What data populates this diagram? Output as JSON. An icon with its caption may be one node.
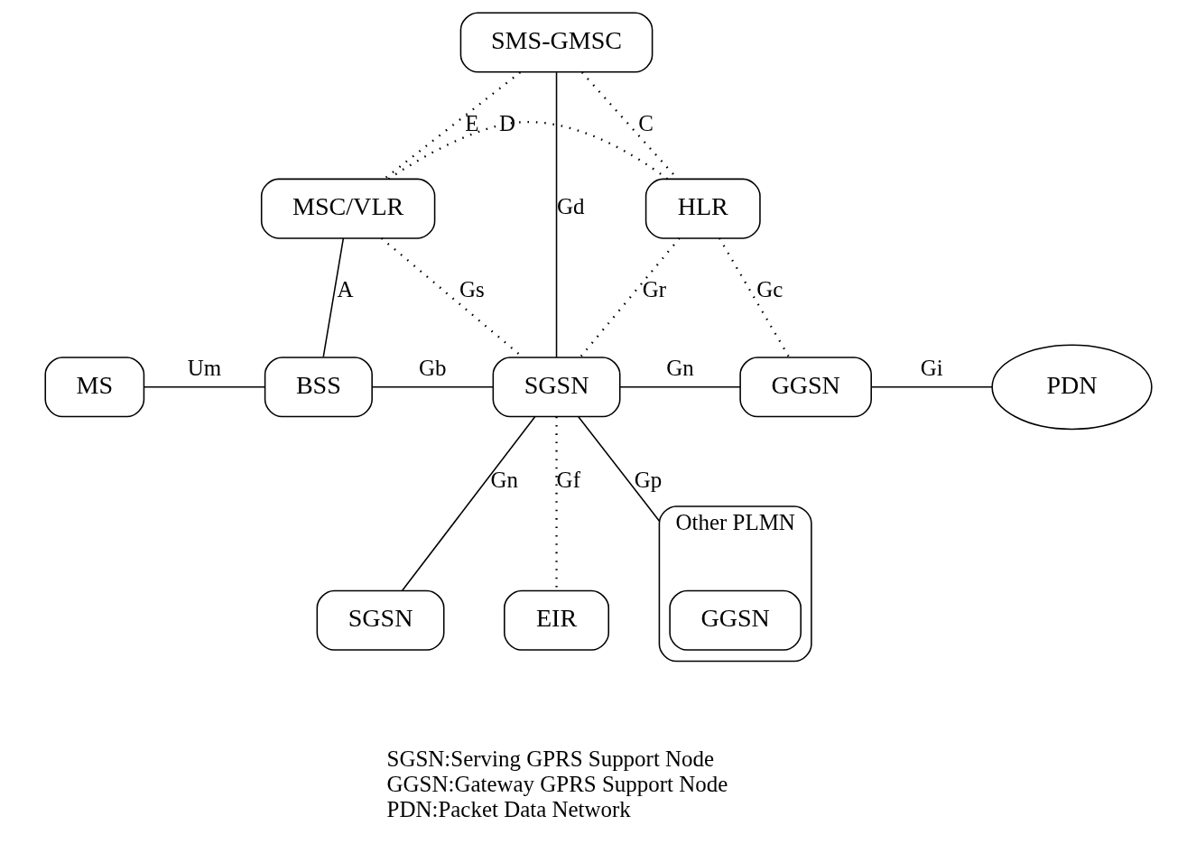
{
  "diagram": {
    "nodes": [
      {
        "text": [
          "SMS-GMSC"
        ]
      },
      {
        "text": [
          "MSC/VLR"
        ]
      },
      {
        "text": [
          "HLR"
        ]
      },
      {
        "text": [
          "MS"
        ]
      },
      {
        "text": [
          "BSS"
        ]
      },
      {
        "text": [
          "SGSN"
        ]
      },
      {
        "text": [
          "GGSN"
        ]
      },
      {
        "text": [
          "PDN"
        ]
      },
      {
        "text": [
          "SGSN"
        ]
      },
      {
        "text": [
          "EIR"
        ]
      },
      {
        "text": [
          "Other PLMN"
        ]
      },
      {
        "text": [
          "GGSN"
        ],
        "in": 10
      }
    ],
    "edges": [
      {
        "from": 0,
        "to": 1,
        "arrow": "none",
        "label": "E",
        "style": "dashed"
      },
      {
        "from": 0,
        "to": 2,
        "arrow": "none",
        "label": "C",
        "style": "dashed"
      },
      {
        "from": 0,
        "to": 5,
        "arrow": "none",
        "label": "Gd"
      },
      {
        "from": 1,
        "to": 2,
        "arrow": "none",
        "label": "D",
        "style": "dashed"
      },
      {
        "from": 1,
        "to": 4,
        "arrow": "none",
        "label": "A"
      },
      {
        "from": 1,
        "to": 5,
        "arrow": "none",
        "label": "Gs",
        "style": "dashed"
      },
      {
        "from": 2,
        "to": 5,
        "arrow": "none",
        "label": "Gr",
        "style": "dashed"
      },
      {
        "from": 2,
        "to": 6,
        "arrow": "none",
        "label": "Gc",
        "style": "dashed"
      },
      {
        "from": 3,
        "to": 4,
        "arrow": "none",
        "label": "Um"
      },
      {
        "from": 4,
        "to": 5,
        "arrow": "none",
        "label": "Gb"
      },
      {
        "from": 5,
        "to": 6,
        "arrow": "none",
        "label": "Gn"
      },
      {
        "from": 6,
        "to": 7,
        "arrow": "none",
        "label": "Gi"
      },
      {
        "from": 5,
        "to": 8,
        "arrow": "none",
        "label": "Gn"
      },
      {
        "from": 5,
        "to": 10,
        "arrow": "none",
        "label": "Gp"
      },
      {
        "from": 5,
        "to": 9,
        "arrow": "none",
        "label": "Gf",
        "style": "dashed"
      }
    ],
    "labels": [
      "SGSN:Serving GPRS Support Node",
      "GGSN:Gateway GPRS Support Node",
      "PDN:Packet Data Network"
    ]
  }
}
